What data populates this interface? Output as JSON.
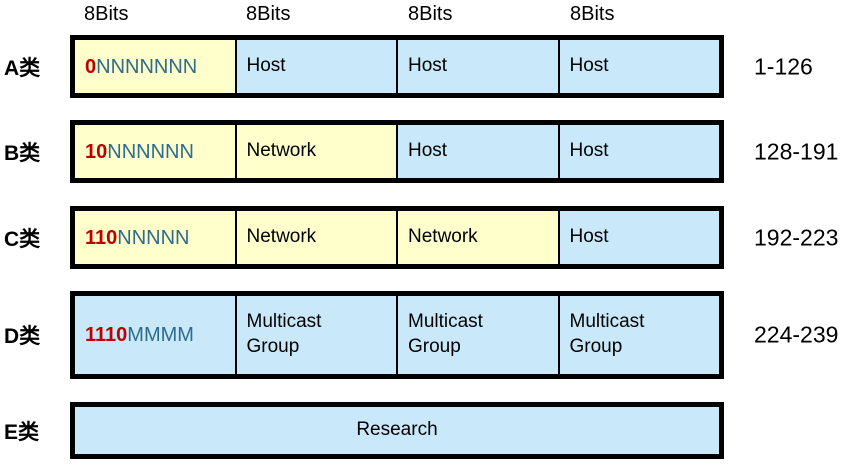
{
  "title": "IP address classes diagram",
  "header": {
    "bit_labels": [
      "8Bits",
      "8Bits",
      "8Bits",
      "8Bits"
    ]
  },
  "rows": [
    {
      "label": "A类",
      "range": "1-126",
      "cells": [
        {
          "prefix": "0",
          "rest": "NNNNNNN"
        },
        {
          "text": "Host"
        },
        {
          "text": "Host"
        },
        {
          "text": "Host"
        }
      ]
    },
    {
      "label": "B类",
      "range": "128-191",
      "cells": [
        {
          "prefix": "10",
          "rest": "NNNNNN"
        },
        {
          "text": "Network"
        },
        {
          "text": "Host"
        },
        {
          "text": "Host"
        }
      ]
    },
    {
      "label": "C类",
      "range": "192-223",
      "cells": [
        {
          "prefix": "110",
          "rest": "NNNNN"
        },
        {
          "text": "Network"
        },
        {
          "text": "Network"
        },
        {
          "text": "Host"
        }
      ]
    },
    {
      "label": "D类",
      "range": "224-239",
      "cells": [
        {
          "prefix": "1110",
          "rest": "MMMM"
        },
        {
          "text": "Multicast\nGroup"
        },
        {
          "text": "Multicast\nGroup"
        },
        {
          "text": "Multicast\nGroup"
        }
      ]
    },
    {
      "label": "E类",
      "range": "",
      "cells": [
        {
          "text": "Research"
        }
      ]
    }
  ],
  "colors": {
    "cell_yellow": "#FFFFCC",
    "cell_blue": "#C9E8F9",
    "bit_red": "#C00000",
    "bit_teal": "#2E6C8E",
    "border": "#000000"
  }
}
